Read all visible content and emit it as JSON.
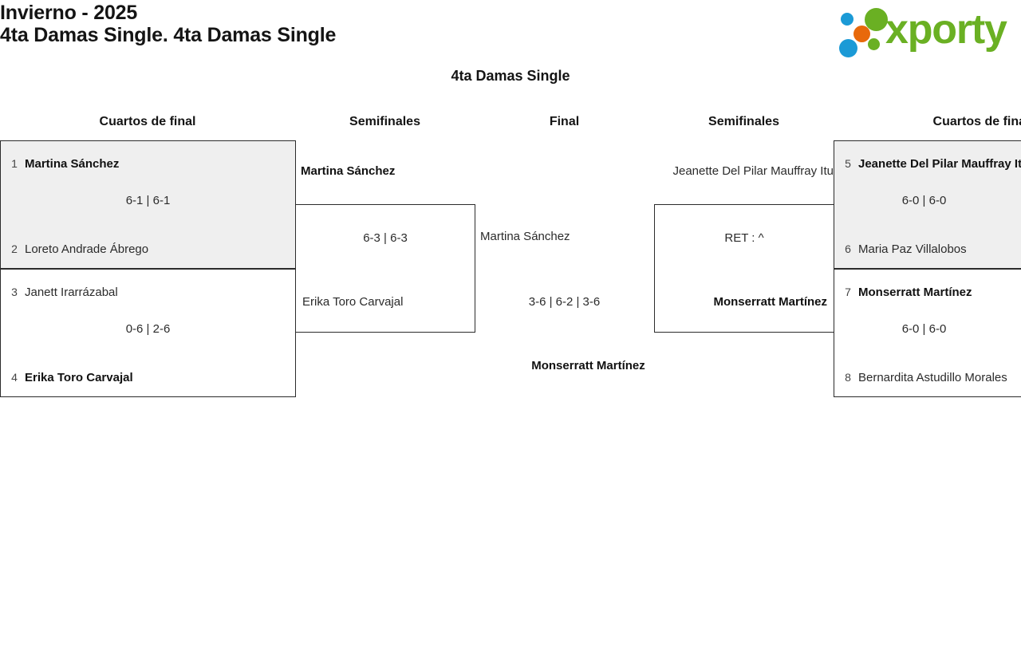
{
  "header": {
    "title_line1": "Invierno - 2025",
    "title_line2": "4ta Damas Single. 4ta Damas Single",
    "logo_text": "xporty"
  },
  "bracket": {
    "title": "4ta Damas Single",
    "round_headers": {
      "qf_left": "Cuartos de final",
      "sf_left": "Semifinales",
      "final": "Final",
      "sf_right": "Semifinales",
      "qf_right": "Cuartos de final"
    },
    "matches": {
      "qf1": {
        "p1_seed": "1",
        "p1_name": "Martina Sánchez",
        "p2_seed": "2",
        "p2_name": "Loreto Andrade Ábrego",
        "score": "6-1 | 6-1"
      },
      "qf2": {
        "p1_seed": "3",
        "p1_name": "Janett Irarrázabal",
        "p2_seed": "4",
        "p2_name": "Erika Toro Carvajal",
        "score": "0-6 | 2-6"
      },
      "qf3": {
        "p1_seed": "5",
        "p1_name": "Jeanette Del Pilar Mauffray Itu",
        "p2_seed": "6",
        "p2_name": "Maria Paz Villalobos",
        "score": "6-0 | 6-0"
      },
      "qf4": {
        "p1_seed": "7",
        "p1_name": "Monserratt Martínez",
        "p2_seed": "8",
        "p2_name": "Bernardita Astudillo Morales",
        "score": "6-0 | 6-0"
      },
      "sf_left": {
        "p1_name": "Martina Sánchez",
        "p2_name": "Erika Toro Carvajal",
        "score": "6-3 | 6-3"
      },
      "sf_right": {
        "p1_name": "Jeanette Del Pilar Mauffray Itu",
        "p2_name": "Monserratt Martínez",
        "score": "RET : ^"
      },
      "final": {
        "p1_name": "Martina Sánchez",
        "p2_name": "Monserratt Martínez",
        "score": "3-6 | 6-2 | 3-6"
      }
    },
    "champion": "Monserratt Martínez"
  },
  "colors": {
    "logo_green": "#6ab023",
    "logo_blue": "#1b9ad6",
    "logo_orange": "#e8690b",
    "highlight_bg": "#efefef",
    "border": "#2b2b2b"
  }
}
